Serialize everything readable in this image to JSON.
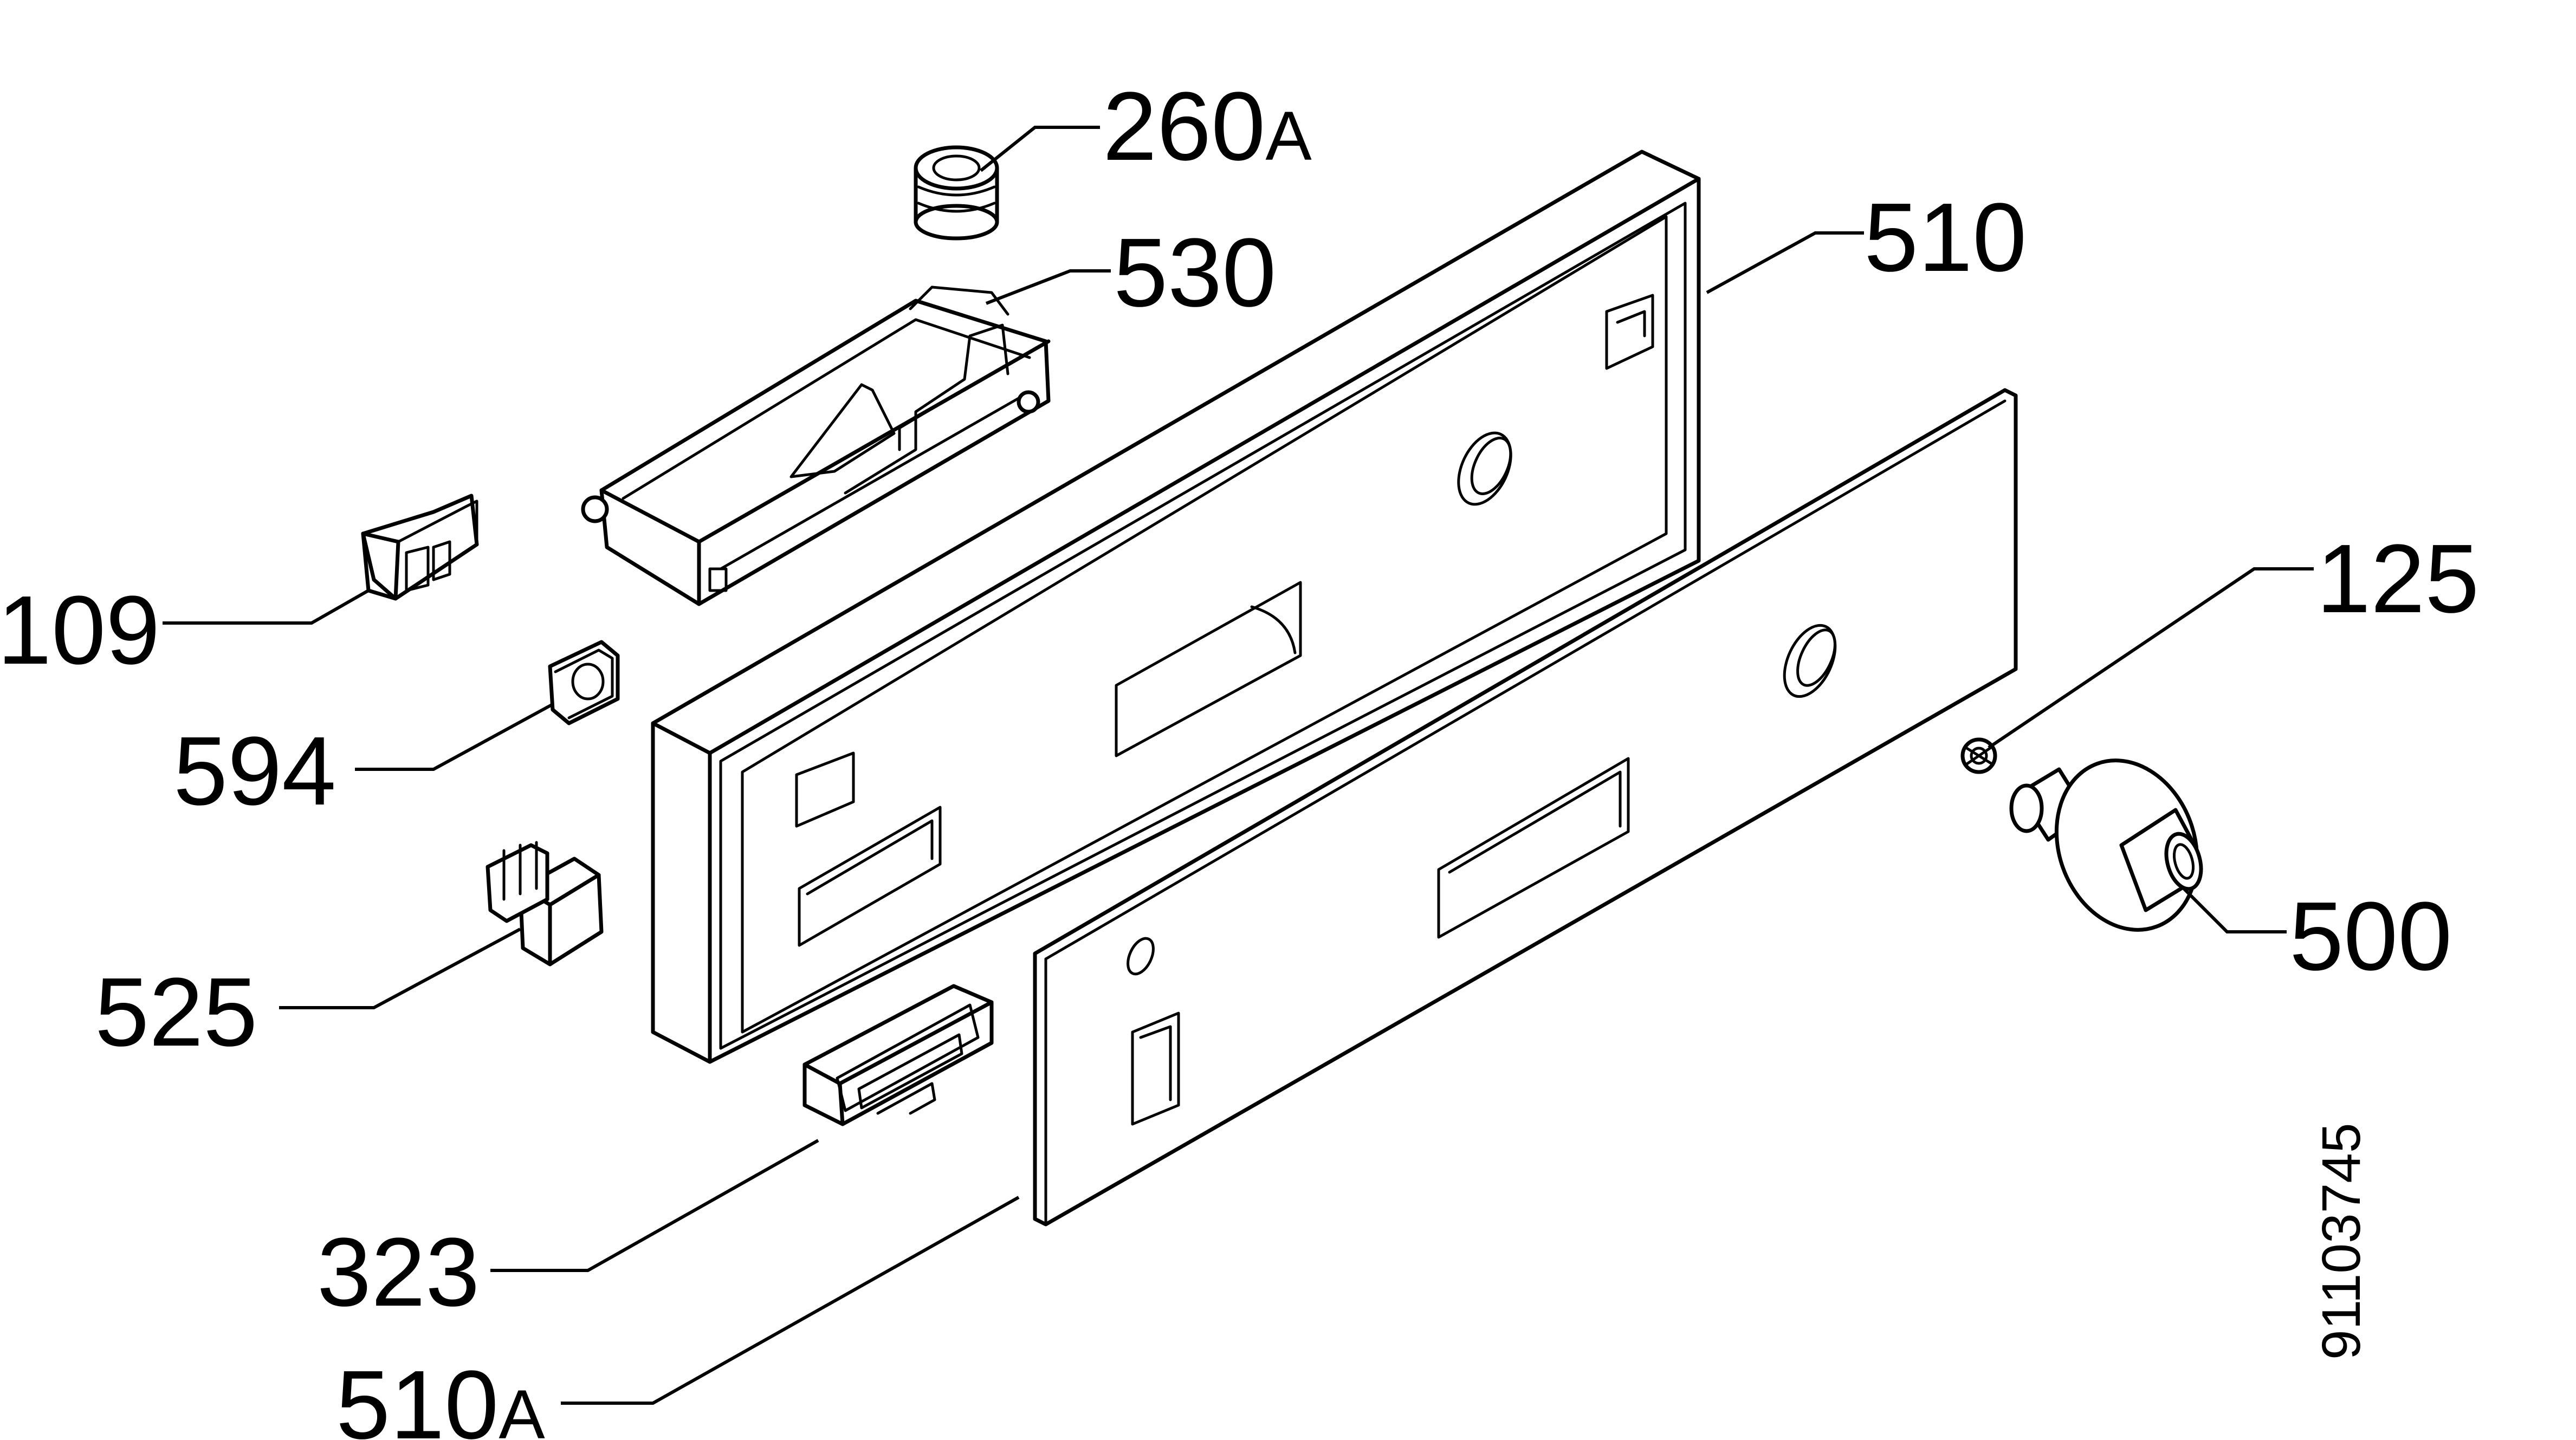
{
  "diagram": {
    "labels": {
      "l260": {
        "num": "260",
        "suffix": "A"
      },
      "l530": {
        "num": "530"
      },
      "l510": {
        "num": "510"
      },
      "l109": {
        "num": "109"
      },
      "l594": {
        "num": "594"
      },
      "l125": {
        "num": "125"
      },
      "l525": {
        "num": "525"
      },
      "l500": {
        "num": "500"
      },
      "l323": {
        "num": "323"
      },
      "l510a": {
        "num": "510",
        "suffix": "A"
      }
    },
    "drawing_code": "91103745"
  }
}
